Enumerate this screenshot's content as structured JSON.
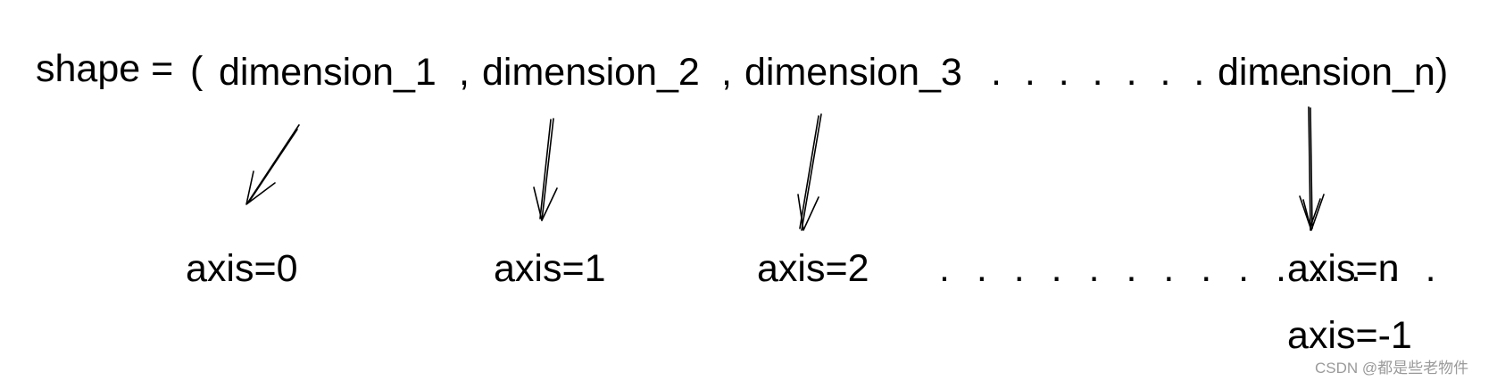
{
  "shape": {
    "label": "shape =",
    "open_paren": "(",
    "dimensions": [
      "dimension_1",
      "dimension_2",
      "dimension_3",
      "dimension_n)"
    ],
    "separators": [
      ",",
      ","
    ],
    "ellipsis": ". . . . . . . . . ."
  },
  "axes": {
    "labels": [
      "axis=0",
      "axis=1",
      "axis=2",
      "axis=n",
      "axis=-1"
    ],
    "ellipsis": ". . . . . . . . . . . . . ."
  },
  "watermark": "CSDN @都是些老物件",
  "style": {
    "text_color": "#000000",
    "watermark_color": "#9a9a9a",
    "background": "#ffffff"
  }
}
